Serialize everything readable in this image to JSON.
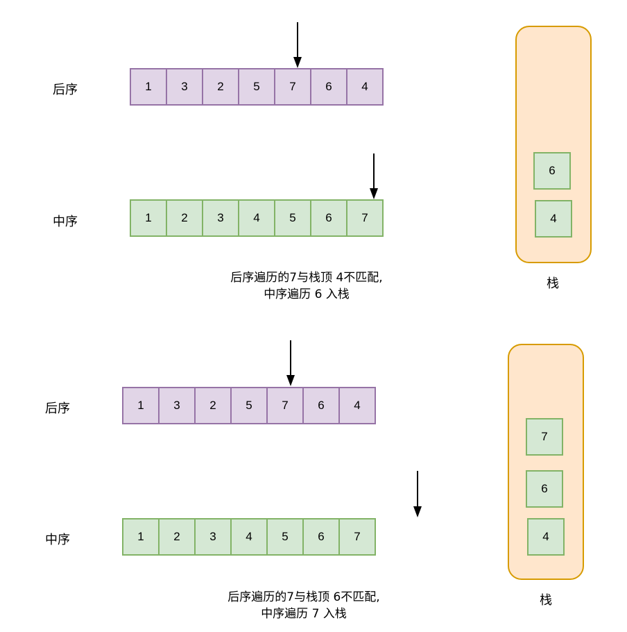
{
  "panels": [
    {
      "postorder_label": "后序",
      "inorder_label": "中序",
      "postorder": [
        "1",
        "3",
        "2",
        "5",
        "7",
        "6",
        "4"
      ],
      "inorder": [
        "1",
        "2",
        "3",
        "4",
        "5",
        "6",
        "7"
      ],
      "postorder_pointer_index": 4,
      "inorder_pointer_index": 6,
      "stack": [
        "6",
        "4"
      ],
      "stack_caption": "栈",
      "note_line1": "后序遍历的7与栈顶 4不匹配,",
      "note_line2": "中序遍历 6 入栈"
    },
    {
      "postorder_label": "后序",
      "inorder_label": "中序",
      "postorder": [
        "1",
        "3",
        "2",
        "5",
        "7",
        "6",
        "4"
      ],
      "inorder": [
        "1",
        "2",
        "3",
        "4",
        "5",
        "6",
        "7"
      ],
      "postorder_pointer_index": 4,
      "inorder_pointer_index": 7,
      "stack": [
        "7",
        "6",
        "4"
      ],
      "stack_caption": "栈",
      "note_line1": "后序遍历的7与栈顶 6不匹配,",
      "note_line2": "中序遍历 7 入栈"
    }
  ],
  "colors": {
    "postorder_fill": "#e1d5e7",
    "postorder_stroke": "#9673a6",
    "inorder_fill": "#d5e8d4",
    "inorder_stroke": "#82b366",
    "stack_fill": "#ffe6cc",
    "stack_stroke": "#d79b00"
  }
}
